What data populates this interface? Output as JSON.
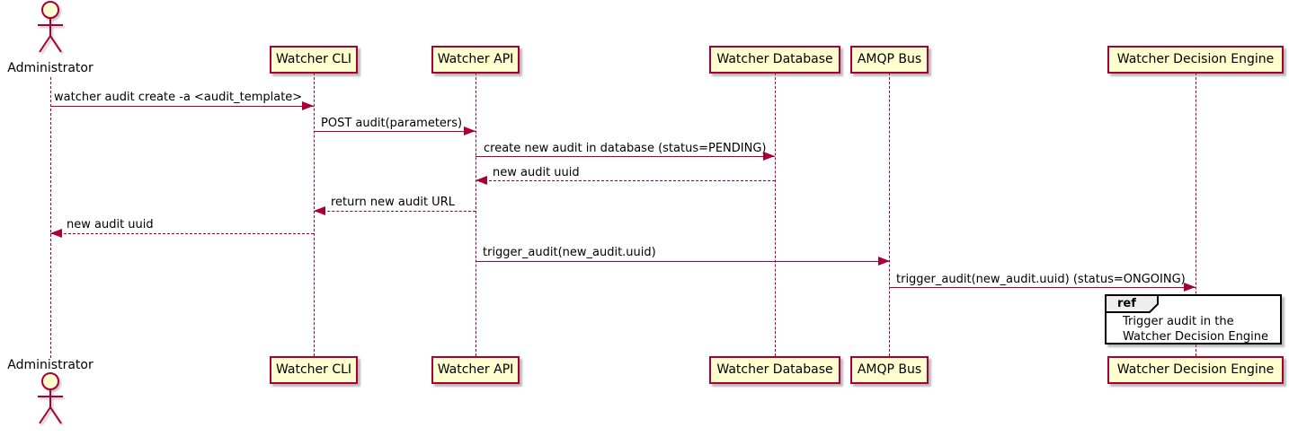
{
  "diagram_type": "sequence",
  "colors": {
    "accent": "#A80036",
    "participant_fill": "#FEFECE",
    "participant_border": "#A80036",
    "text": "#000000",
    "ref_tab_fill": "#EEEEEE",
    "ref_border": "#000000",
    "background": "#FFFFFF"
  },
  "actor": {
    "name": "Administrator"
  },
  "participants": [
    {
      "name": "Watcher CLI"
    },
    {
      "name": "Watcher API"
    },
    {
      "name": "Watcher Database"
    },
    {
      "name": "AMQP Bus"
    },
    {
      "name": "Watcher Decision Engine"
    }
  ],
  "messages": [
    {
      "from": "Administrator",
      "to": "Watcher CLI",
      "label": "watcher audit create -a <audit_template>",
      "line": "solid"
    },
    {
      "from": "Watcher CLI",
      "to": "Watcher API",
      "label": "POST audit(parameters)",
      "line": "solid"
    },
    {
      "from": "Watcher API",
      "to": "Watcher Database",
      "label": "create new audit in database (status=PENDING)",
      "line": "solid"
    },
    {
      "from": "Watcher Database",
      "to": "Watcher API",
      "label": "new audit uuid",
      "line": "dashed"
    },
    {
      "from": "Watcher API",
      "to": "Watcher CLI",
      "label": "return new audit URL",
      "line": "dashed"
    },
    {
      "from": "Watcher CLI",
      "to": "Administrator",
      "label": "new audit uuid",
      "line": "dashed"
    },
    {
      "from": "Watcher API",
      "to": "AMQP Bus",
      "label": "trigger_audit(new_audit.uuid)",
      "line": "solid"
    },
    {
      "from": "AMQP Bus",
      "to": "Watcher Decision Engine",
      "label": "trigger_audit(new_audit.uuid) (status=ONGOING)",
      "line": "solid"
    }
  ],
  "ref_fragment": {
    "keyword": "ref",
    "over": "Watcher Decision Engine",
    "line1": "Trigger audit in the",
    "line2": "Watcher Decision Engine"
  }
}
